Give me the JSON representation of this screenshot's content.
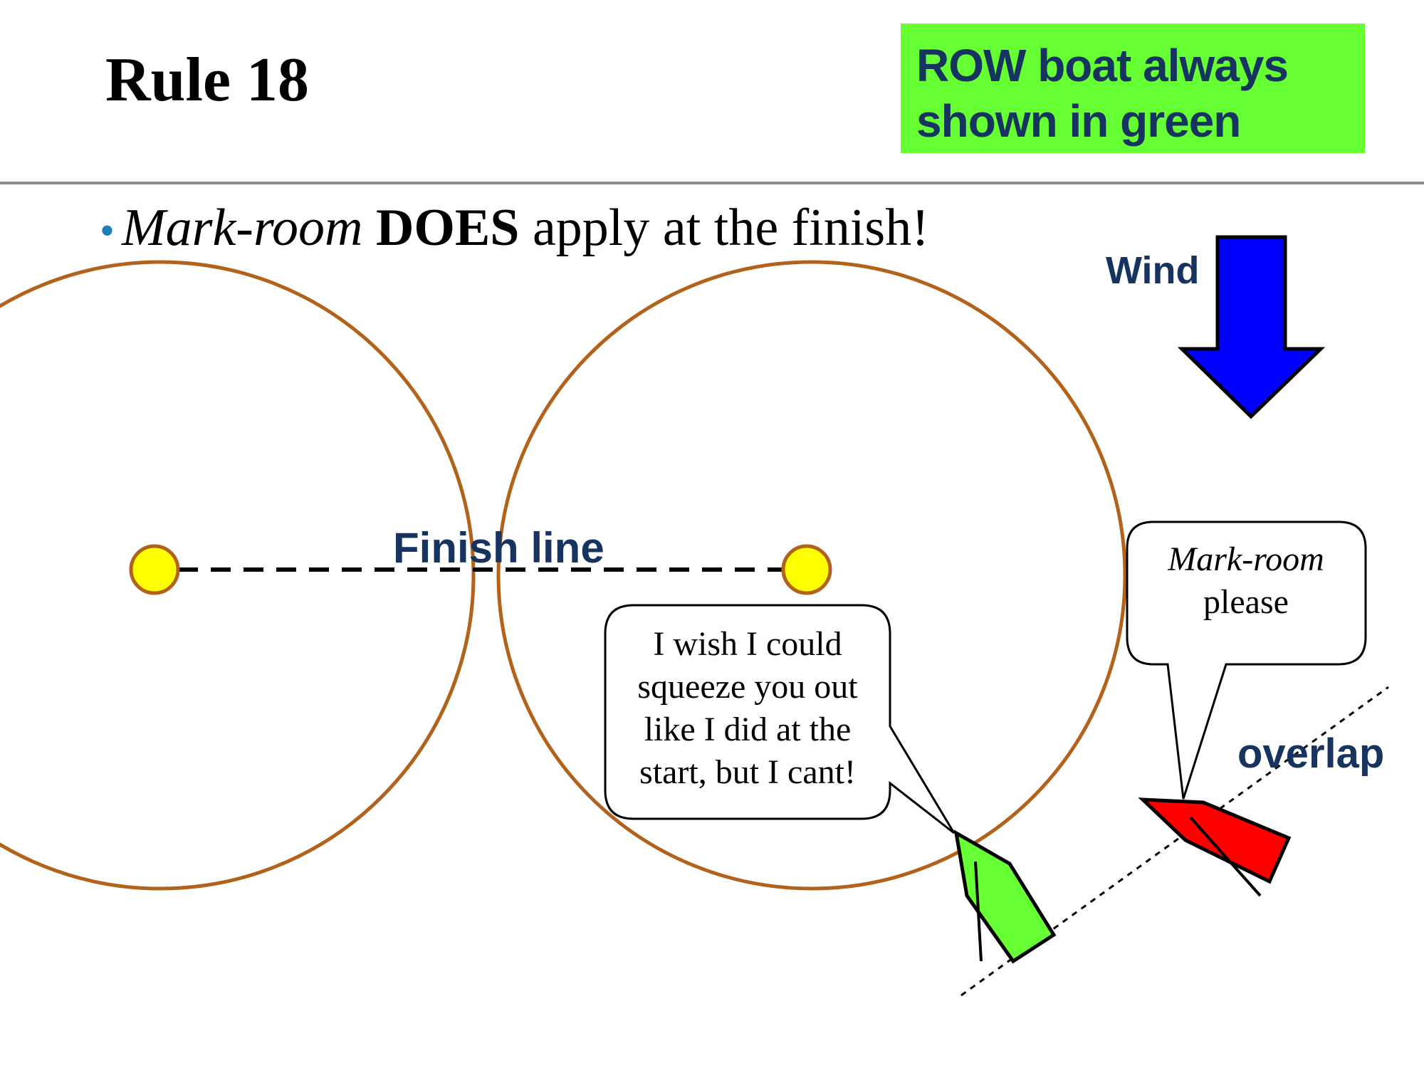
{
  "slide": {
    "title": "Rule 18",
    "note": {
      "line1": "ROW boat always",
      "line2": "shown in green",
      "color": "#66ff33"
    },
    "bullet": {
      "italic": "Mark-room",
      "bold": "DOES",
      "rest": "apply at the finish!"
    }
  },
  "diagram": {
    "wind_label": "Wind",
    "finish_label": "Finish line",
    "overlap_label": "overlap",
    "green_boat_bubble": [
      "I wish I could",
      "squeeze you out",
      "like I did at the",
      "start, but I cant!"
    ],
    "red_boat_bubble": {
      "italic": "Mark-room",
      "plain": "please"
    },
    "colors": {
      "wind_arrow": "#0000ff",
      "zone_circle": "#b2621a",
      "mark": "#ffff00",
      "green_boat": "#66ff33",
      "red_boat": "#ff0000",
      "label": "#16345f"
    }
  }
}
